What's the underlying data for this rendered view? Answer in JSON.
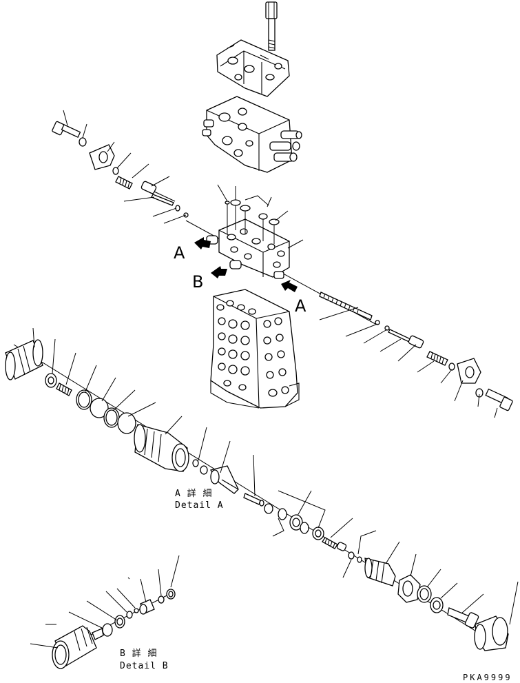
{
  "view_labels": {
    "a_top": "A",
    "b": "B",
    "a_bottom": "A"
  },
  "detail_a": {
    "jp": "A 詳 細",
    "en": "Detail A"
  },
  "detail_b": {
    "jp": "B 詳 細",
    "en": "Detail B"
  },
  "drawing_code": "PKA9999",
  "colors": {
    "line": "#000000",
    "background": "#ffffff"
  }
}
